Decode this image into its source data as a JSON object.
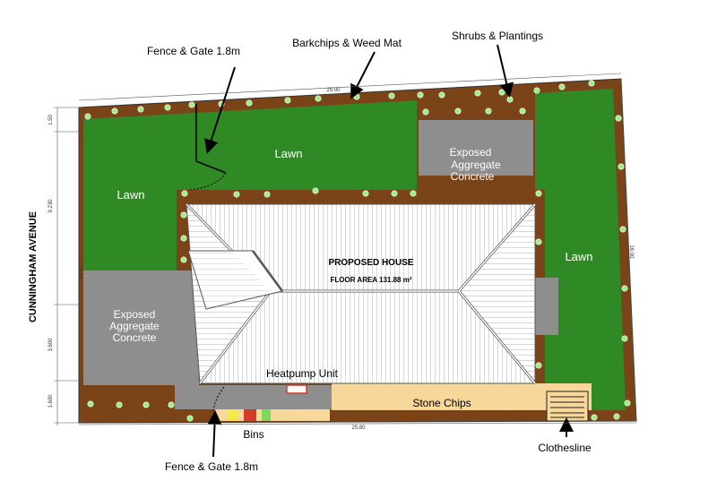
{
  "street": "CUNNINGHAM AVENUE",
  "house": {
    "title": "PROPOSED HOUSE",
    "floor_area": "FLOOR AREA 131.88 m²"
  },
  "areas": {
    "lawn_top": "Lawn",
    "lawn_left": "Lawn",
    "lawn_right": "Lawn",
    "concrete_top_1": "Exposed",
    "concrete_top_2": "Aggregate",
    "concrete_top_3": "Concrete",
    "concrete_left_1": "Exposed",
    "concrete_left_2": "Aggregate",
    "concrete_left_3": "Concrete",
    "stone_chips": "Stone Chips"
  },
  "callouts": {
    "fence_gate_top": "Fence & Gate 1.8m",
    "barkchips": "Barkchips & Weed Mat",
    "shrubs": "Shrubs & Plantings",
    "heatpump": "Heatpump Unit",
    "bins": "Bins",
    "fence_gate_bottom": "Fence & Gate 1.8m",
    "clothesline": "Clothesline"
  },
  "dimensions": {
    "top": "25.00",
    "bottom": "25.80",
    "right": "16.00",
    "left_1": "1.50",
    "left_2": "9.230",
    "left_3": "13.20",
    "left_4": "3.600",
    "left_5": "1.600"
  },
  "colors": {
    "bark": "#7a4418",
    "lawn": "#2f8a25",
    "concrete": "#8e8e8e",
    "stone": "#f7d79a",
    "plant": "#9bef86",
    "bin_colors": [
      "#f2ea4a",
      "#d63a2a",
      "#7ed957"
    ]
  }
}
